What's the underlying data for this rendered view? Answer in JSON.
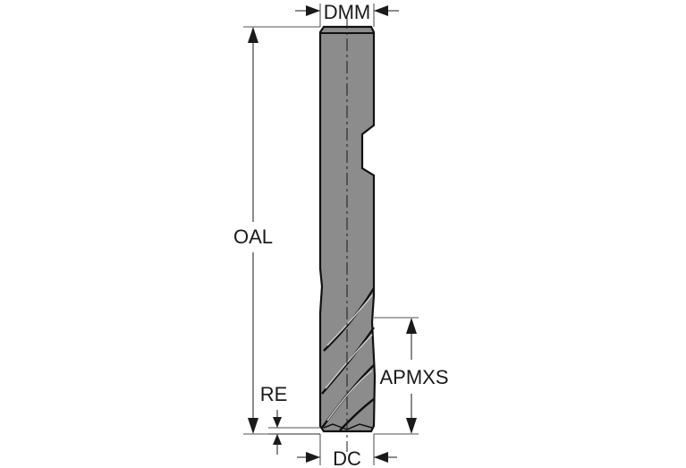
{
  "diagram": {
    "labels": {
      "dmm": "DMM",
      "oal": "OAL",
      "apmxs": "APMXS",
      "re": "RE",
      "dc": "DC"
    },
    "colors": {
      "tool_fill": "#8c8c8c",
      "tool_outline": "#111111",
      "line": "#1a1a1a",
      "background": "#ffffff"
    }
  }
}
